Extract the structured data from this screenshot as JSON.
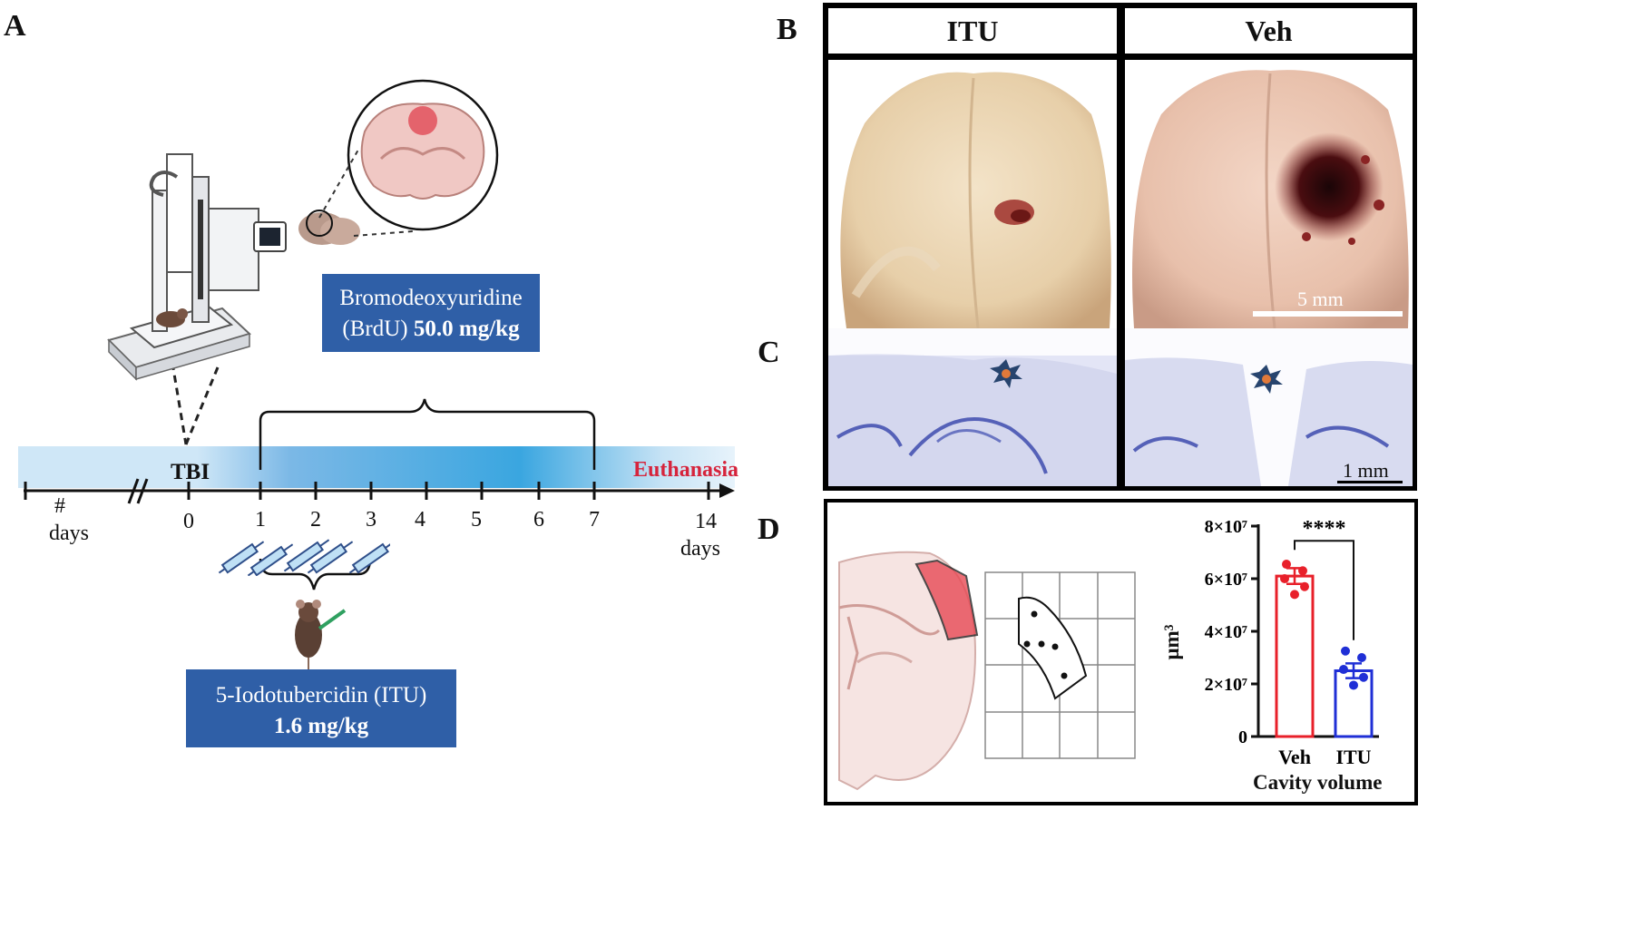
{
  "panel_letters": {
    "a": "A",
    "b": "B",
    "c": "C",
    "d": "D"
  },
  "timeline": {
    "pre_days_symbol": "#",
    "pre_days_label": "days",
    "tbi_label": "TBI",
    "euthanasia_label": "Euthanasia",
    "tick_labels": [
      "0",
      "1",
      "2",
      "3",
      "4",
      "5",
      "6",
      "7",
      "14"
    ],
    "end_days_label": "days"
  },
  "brdu_box": {
    "line1": "Bromodeoxyuridine",
    "line2_prefix": "(BrdU) ",
    "line2_dose": "50.0 mg/kg"
  },
  "itu_box": {
    "line1": "5-Iodotubercidin  (ITU)",
    "line2": "1.6 mg/kg"
  },
  "panel_b": {
    "header_left": "ITU",
    "header_right": "Veh",
    "scale_bar": "5 mm"
  },
  "panel_c": {
    "scale_bar": "1 mm"
  },
  "colors": {
    "box_blue": "#2f5fa7",
    "euthanasia_red": "#d6243c",
    "veh_red": "#e8202a",
    "itu_blue": "#1f2fd6"
  },
  "chart_data": {
    "type": "bar",
    "categories": [
      "Veh",
      "ITU"
    ],
    "values": [
      61000000,
      25000000
    ],
    "error": [
      3000000,
      2800000
    ],
    "points": [
      [
        65500000,
        63000000,
        60000000,
        57000000,
        54000000
      ],
      [
        32500000,
        30000000,
        25500000,
        22500000,
        19500000
      ]
    ],
    "xlabel": "Cavity volume",
    "ylabel": "μm³",
    "ylim": [
      0,
      80000000
    ],
    "yticks": [
      0,
      20000000,
      40000000,
      60000000,
      80000000
    ],
    "ytick_labels": [
      "0",
      "2×10⁷",
      "4×10⁷",
      "6×10⁷",
      "8×10⁷"
    ],
    "significance": "****",
    "series_colors": [
      "#e8202a",
      "#1f2fd6"
    ]
  }
}
